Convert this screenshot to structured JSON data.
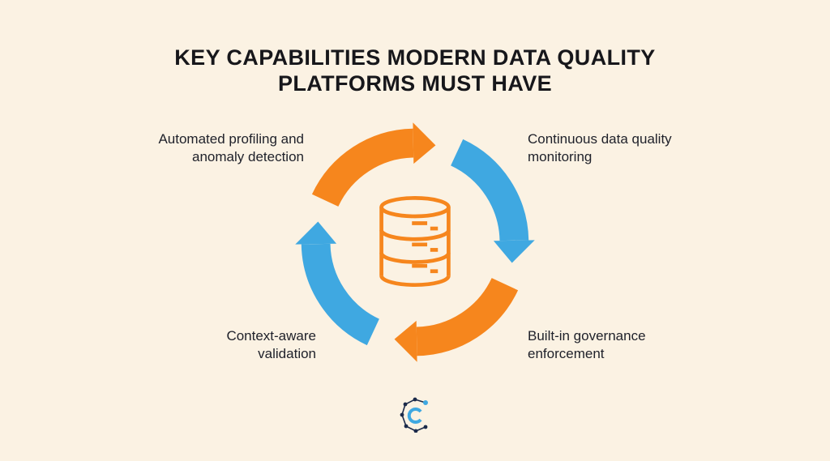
{
  "page": {
    "background": "#FBF2E3"
  },
  "title": {
    "line1": "KEY CAPABILITIES MODERN DATA QUALITY",
    "line2": "PLATFORMS MUST HAVE"
  },
  "diagram": {
    "type": "cycle",
    "center_icon": "database-icon",
    "segments": [
      {
        "position": "top-left",
        "color": "#F6861D",
        "label": "Automated profiling and anomaly detection"
      },
      {
        "position": "top-right",
        "color": "#3FA8E1",
        "label": "Continuous data quality monitoring"
      },
      {
        "position": "bottom-right",
        "color": "#F6861D",
        "label": "Built-in governance enforcement"
      },
      {
        "position": "bottom-left",
        "color": "#3FA8E1",
        "label": "Context-aware validation"
      }
    ]
  },
  "footer": {
    "logo": "network-c-logo"
  },
  "colors": {
    "bg": "#FBF2E3",
    "orange": "#F6861D",
    "blue": "#3FA8E1",
    "text": "#20222B",
    "navy": "#1B2A4A"
  }
}
